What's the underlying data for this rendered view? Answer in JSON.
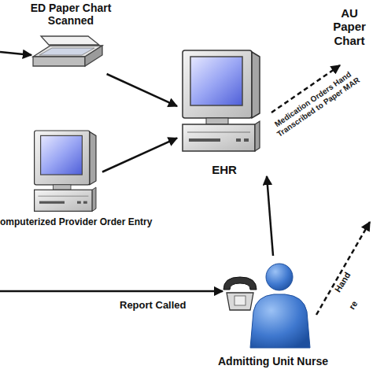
{
  "diagram": {
    "nodes": [
      {
        "text": [
          "ED Paper Chart Scanned"
        ]
      },
      {
        "text": [
          "EHR"
        ]
      },
      {
        "text": [
          "omputerized Provider Order Entry"
        ]
      },
      {
        "text": [
          "AU Paper Chart"
        ]
      },
      {
        "text": [
          "Admitting Unit Nurse"
        ]
      }
    ],
    "edges": [
      {
        "from": 0,
        "to": 1,
        "arrow": "to"
      },
      {
        "from": 2,
        "to": 1,
        "arrow": "to"
      },
      {
        "from": 4,
        "to": 1,
        "arrow": "to"
      },
      {
        "from": 1,
        "to": 3,
        "label": "Medication Orders Hand Transcribed to Paper MAR",
        "arrow": "to"
      }
    ],
    "labels": [
      "Report Called",
      "Hand",
      "re"
    ]
  }
}
